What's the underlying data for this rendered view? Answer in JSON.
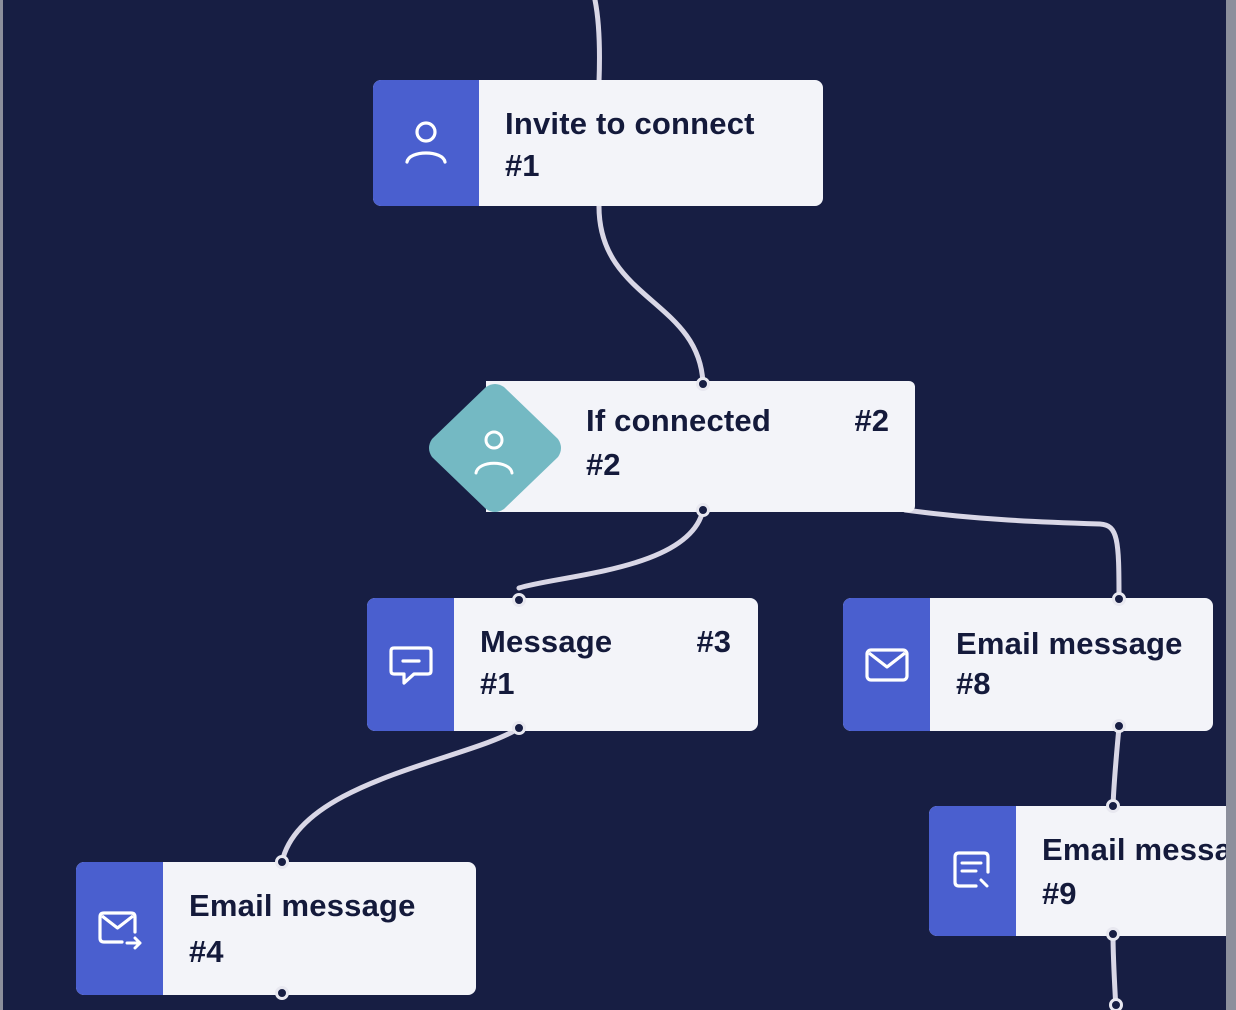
{
  "colors": {
    "canvas_background": "#171e43",
    "node_background": "#f3f4f9",
    "action_icon_background": "#4a5fcf",
    "condition_icon_background": "#74b9c3",
    "connector": "#d9d7e6",
    "text": "#141a3b"
  },
  "nodes": {
    "invite": {
      "title": "Invite to connect",
      "number": "#1",
      "icon": "person-icon"
    },
    "condition": {
      "title": "If connected",
      "number": "#2",
      "badge": "#2",
      "icon": "person-icon"
    },
    "message": {
      "title": "Message",
      "number": "#1",
      "badge": "#3",
      "icon": "chat-bubble-icon"
    },
    "email8": {
      "title": "Email message",
      "number": "#8",
      "icon": "envelope-icon"
    },
    "email4": {
      "title": "Email message",
      "number": "#4",
      "icon": "envelope-send-icon"
    },
    "email9": {
      "title": "Email message",
      "number": "#9",
      "icon": "document-search-icon"
    }
  }
}
